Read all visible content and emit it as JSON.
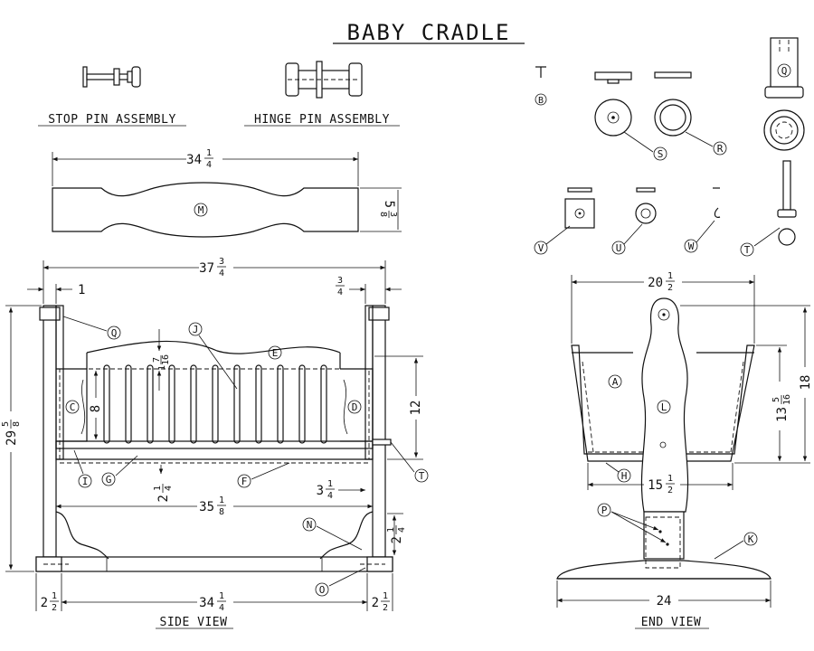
{
  "title": "BABY CRADLE",
  "captions": {
    "stop_pin": "STOP PIN ASSEMBLY",
    "hinge_pin": "HINGE PIN ASSEMBLY",
    "side_view": "SIDE VIEW",
    "end_view": "END VIEW"
  },
  "part_labels": {
    "A": "A",
    "C": "C",
    "D": "D",
    "E": "E",
    "F": "F",
    "G": "G",
    "H": "H",
    "I": "I",
    "J": "J",
    "K": "K",
    "L": "L",
    "M": "M",
    "N": "N",
    "O": "O",
    "P": "P",
    "Q": "Q",
    "R": "R",
    "S": "S",
    "T": "T",
    "U": "U",
    "V": "V",
    "W": "W",
    "B": "B"
  },
  "dimensions": {
    "m_length": {
      "whole": "34",
      "num": "1",
      "den": "4"
    },
    "m_height": {
      "whole": "5",
      "num": "3",
      "den": "8"
    },
    "overall_width": {
      "whole": "37",
      "num": "3",
      "den": "4"
    },
    "left_offset": "1",
    "right_offset": {
      "num": "3",
      "den": "4"
    },
    "overall_height": {
      "whole": "29",
      "num": "5",
      "den": "8"
    },
    "end_height": {
      "whole": "1",
      "num": "7",
      "den": "16"
    },
    "panel_height": "8",
    "side_height": "12",
    "bottom_gap": {
      "whole": "2",
      "num": "1",
      "den": "4"
    },
    "rail_offset": {
      "whole": "3",
      "num": "1",
      "den": "4"
    },
    "inner_length": {
      "whole": "35",
      "num": "1",
      "den": "8"
    },
    "foot_height": {
      "whole": "2",
      "num": "1",
      "den": "4"
    },
    "foot_left": {
      "whole": "2",
      "num": "1",
      "den": "2"
    },
    "base_length": {
      "whole": "34",
      "num": "1",
      "den": "4"
    },
    "foot_right": {
      "whole": "2",
      "num": "1",
      "den": "2"
    },
    "end_top_width": {
      "whole": "20",
      "num": "1",
      "den": "2"
    },
    "end_total_height": "18",
    "end_box_height": {
      "whole": "13",
      "num": "5",
      "den": "16"
    },
    "end_bottom_width": {
      "whole": "15",
      "num": "1",
      "den": "2"
    },
    "base_width": "24"
  }
}
